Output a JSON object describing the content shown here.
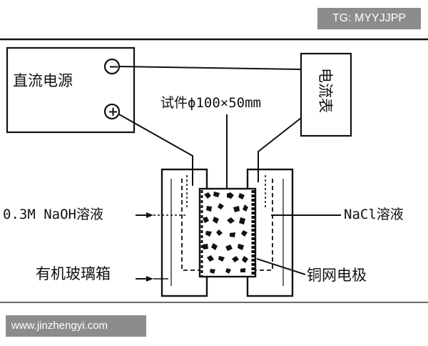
{
  "watermark_top": "TG: MYYJJPP",
  "watermark_bottom": "www.jinzhengyi.com",
  "labels": {
    "dc_power": "直流电源",
    "ammeter": "电流表",
    "specimen": "试件ϕ100×50mm",
    "naoh": "0.3M NaOH溶液",
    "nacl": "NaCl溶液",
    "box": "有机玻璃箱",
    "mesh": "铜网电极"
  },
  "terminals": {
    "negative": "−",
    "positive": "+"
  },
  "colors": {
    "line": "#111111",
    "watermark_bg": "#8c8c8c",
    "watermark_text": "#ffffff"
  }
}
